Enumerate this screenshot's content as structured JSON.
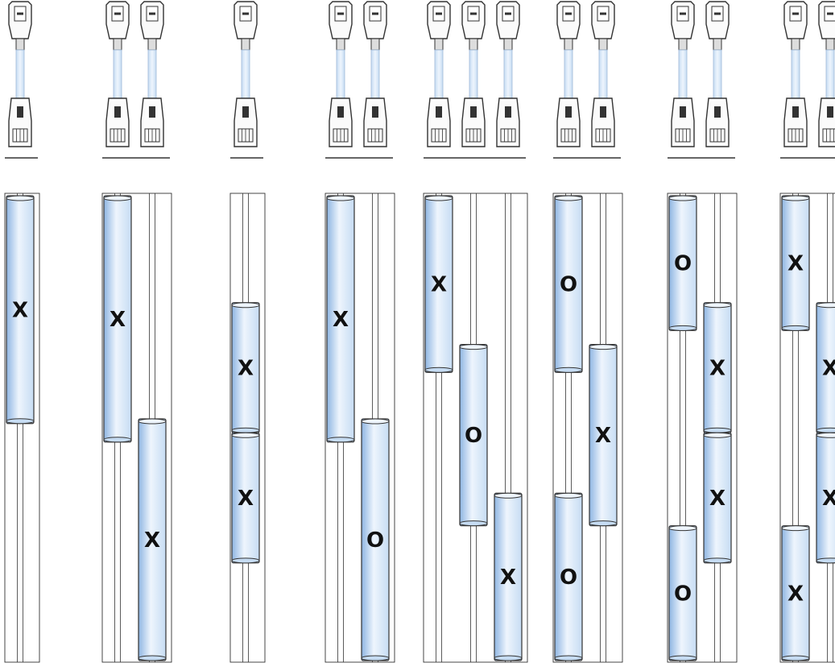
{
  "colors": {
    "background": "#ffffff",
    "outline": "#333333",
    "tube_fill_light": "#eef5fd",
    "tube_fill_mid": "#c6dcf3",
    "tube_fill_dark": "#8eb5e2",
    "label": "#111111"
  },
  "icons": [
    "dual-roller-unit-icon",
    "flow-tube-icon"
  ],
  "configurations": [
    {
      "units": 1,
      "lanes": [
        [
          {
            "start": 0.0,
            "end": 0.49,
            "label": "X"
          }
        ]
      ]
    },
    {
      "units": 2,
      "lanes": [
        [
          {
            "start": 0.0,
            "end": 0.53,
            "label": "X"
          }
        ],
        [
          {
            "start": 0.48,
            "end": 1.0,
            "label": "X"
          }
        ]
      ]
    },
    {
      "units": 1,
      "lanes": [
        [
          {
            "start": 0.23,
            "end": 0.51,
            "label": "X"
          },
          {
            "start": 0.51,
            "end": 0.79,
            "label": "X"
          }
        ]
      ]
    },
    {
      "units": 2,
      "lanes": [
        [
          {
            "start": 0.0,
            "end": 0.53,
            "label": "X"
          }
        ],
        [
          {
            "start": 0.48,
            "end": 1.0,
            "label": "O"
          }
        ]
      ]
    },
    {
      "units": 3,
      "lanes": [
        [
          {
            "start": 0.0,
            "end": 0.38,
            "label": "X"
          }
        ],
        [
          {
            "start": 0.32,
            "end": 0.71,
            "label": "O"
          }
        ],
        [
          {
            "start": 0.64,
            "end": 1.0,
            "label": "X"
          }
        ]
      ]
    },
    {
      "units": 2,
      "lanes": [
        [
          {
            "start": 0.0,
            "end": 0.38,
            "label": "O"
          },
          {
            "start": 0.64,
            "end": 1.0,
            "label": "O"
          }
        ],
        [
          {
            "start": 0.32,
            "end": 0.71,
            "label": "X"
          }
        ]
      ]
    },
    {
      "units": 2,
      "lanes": [
        [
          {
            "start": 0.0,
            "end": 0.29,
            "label": "O"
          },
          {
            "start": 0.71,
            "end": 1.0,
            "label": "O"
          }
        ],
        [
          {
            "start": 0.23,
            "end": 0.51,
            "label": "X"
          },
          {
            "start": 0.51,
            "end": 0.79,
            "label": "X"
          }
        ]
      ]
    },
    {
      "units": 2,
      "lanes": [
        [
          {
            "start": 0.0,
            "end": 0.29,
            "label": "X"
          },
          {
            "start": 0.71,
            "end": 1.0,
            "label": "X"
          }
        ],
        [
          {
            "start": 0.23,
            "end": 0.51,
            "label": "X"
          },
          {
            "start": 0.51,
            "end": 0.79,
            "label": "X"
          }
        ]
      ]
    }
  ]
}
